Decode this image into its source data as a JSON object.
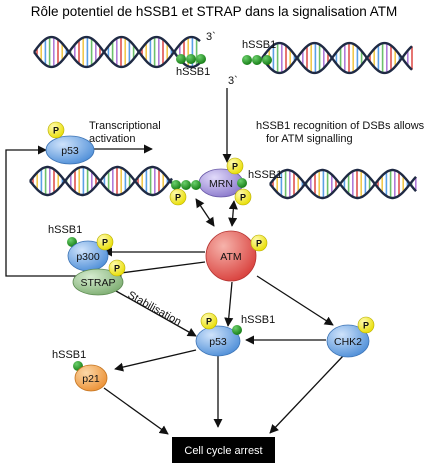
{
  "title": "Rôle potentiel de hSSB1 et STRAP dans la signalisation ATM",
  "labels": {
    "prime3_top": "3`",
    "prime3_mid": "3`",
    "hssb1_dna_left": "hSSB1",
    "hssb1_dna_right": "hSSB1",
    "hssb1_mrn": "hSSB1",
    "hssb1_p300": "hSSB1",
    "hssb1_p53": "hSSB1",
    "hssb1_p21": "hSSB1",
    "transcriptional_line1": "Transcriptional",
    "transcriptional_line2": "activation",
    "recognition_line1": "hSSB1 recognition of DSBs allows",
    "recognition_line2": "for ATM signalling",
    "stabilisation": "Stabilisation",
    "phospho": "P"
  },
  "nodes": {
    "p53_top": "p53",
    "mrn": "MRN",
    "atm": "ATM",
    "p300": "p300",
    "strap": "STRAP",
    "p53_center": "p53",
    "chk2": "CHK2",
    "p21": "p21",
    "arrest": "Cell cycle arrest"
  },
  "colors": {
    "dna_strand": "#1f2a44",
    "hssb1_green": "#1e8a1e",
    "phospho_yellow": "#f2ea1c",
    "p53_blue": "#6aa6e6",
    "mrn_purple": "#9f8fd6",
    "atm_red": "#e0524e",
    "strap_green": "#8fb983",
    "p21_orange": "#f0a04c",
    "arrest_bg": "#000000"
  }
}
